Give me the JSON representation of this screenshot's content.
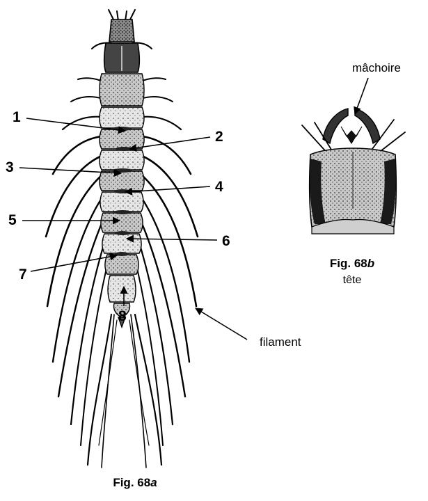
{
  "figure_a": {
    "labels": [
      {
        "id": "1",
        "text": "1"
      },
      {
        "id": "2",
        "text": "2"
      },
      {
        "id": "3",
        "text": "3"
      },
      {
        "id": "4",
        "text": "4"
      },
      {
        "id": "5",
        "text": "5"
      },
      {
        "id": "6",
        "text": "6"
      },
      {
        "id": "7",
        "text": "7"
      },
      {
        "id": "8",
        "text": "8"
      }
    ],
    "filament_label": "filament",
    "caption_prefix": "Fig. 68",
    "caption_letter": "a"
  },
  "figure_b": {
    "jaw_label": "mâchoire",
    "caption_prefix": "Fig. 68",
    "caption_letter": "b",
    "subcaption": "tête"
  },
  "colors": {
    "ink": "#000000",
    "body_fill": "#bdbdbd",
    "head_fill": "#6a6a6a",
    "background": "#ffffff"
  }
}
